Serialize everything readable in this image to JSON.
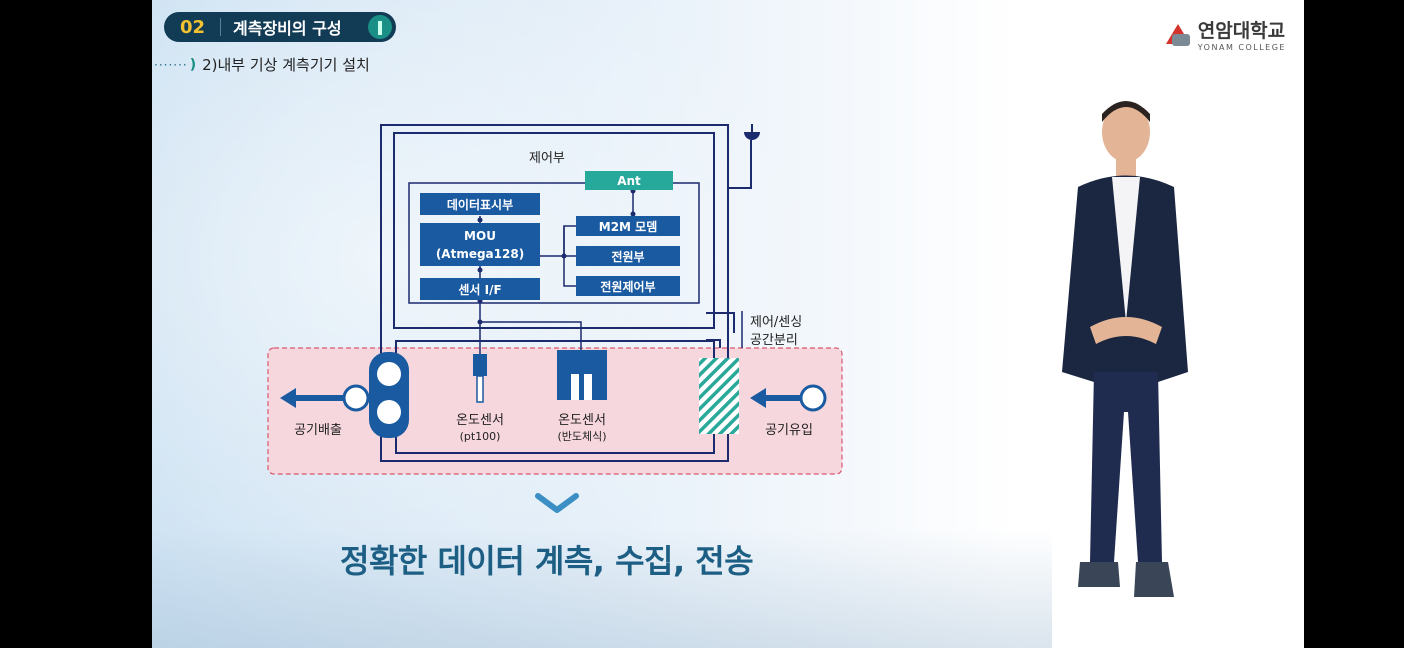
{
  "header": {
    "section_number": "02",
    "section_title": "계측장비의 구성",
    "subtitle": "2)내부 기상 계측기기 설치",
    "leader_dots": "·······"
  },
  "logo": {
    "name": "연암대학교",
    "english": "YONAM COLLEGE",
    "colors": {
      "red": "#d4342c",
      "gray": "#7b8a94"
    }
  },
  "diagram": {
    "control_unit_label": "제어부",
    "ant_label": "Ant",
    "data_display_label": "데이터표시부",
    "mou_line1": "MOU",
    "mou_line2": "(Atmega128)",
    "sensor_if_label": "센서 I/F",
    "m2m_modem_label": "M2M 모뎀",
    "power_unit_label": "전원부",
    "power_control_label": "전원제어부",
    "separation_line1": "제어/센싱",
    "separation_line2": "공간분리",
    "air_exhaust_label": "공기배출",
    "air_intake_label": "공기유입",
    "temp_sensor1_label": "온도센서",
    "temp_sensor1_sub": "(pt100)",
    "temp_sensor2_label": "온도센서",
    "temp_sensor2_sub": "(반도체식)",
    "colors": {
      "box_blue": "#1a5aa0",
      "ant_teal": "#26a89a",
      "line_navy": "#1c2a6e",
      "zone_pink": "#f6d7de",
      "zone_border": "#d9576d"
    }
  },
  "headline": "정확한 데이터 계측, 수집, 전송",
  "icons": [
    "wave-icon",
    "chevron-down-icon",
    "antenna-icon",
    "arrow-left-icon"
  ]
}
